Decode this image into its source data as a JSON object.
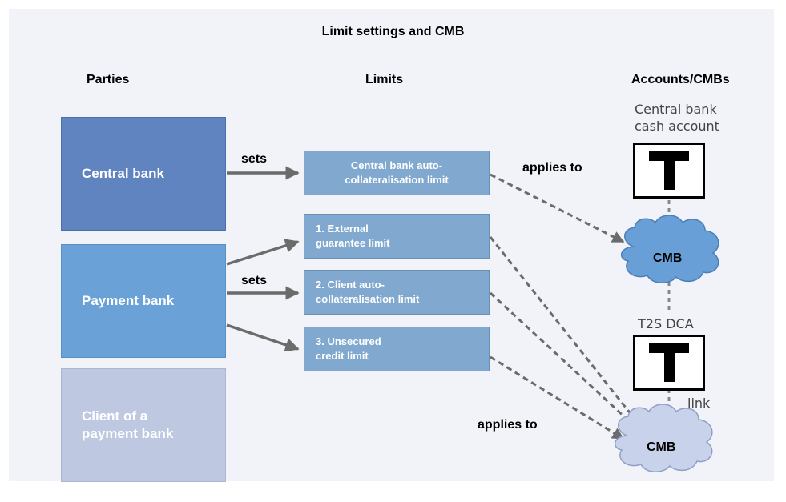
{
  "title": "Limit settings and CMB",
  "headers": {
    "parties": "Parties",
    "limits": "Limits",
    "accounts": "Accounts/CMBs"
  },
  "parties": {
    "central_bank": "Central bank",
    "payment_bank": "Payment bank",
    "client": "Client of a payment bank"
  },
  "limits": {
    "cb_auto": "Central bank auto-\ncollateralisation limit",
    "external_guarantee": "1. External\n    guarantee limit",
    "client_auto": "2. Client auto-\n    collateralisation limit",
    "unsecured_credit": "3. Unsecured\n    credit limit"
  },
  "connectors": {
    "sets_top": "sets",
    "sets_mid": "sets",
    "applies_top": "applies to",
    "applies_bottom": "applies to"
  },
  "accounts": {
    "cb_cash_account": "Central bank\ncash account",
    "t2s_dca": "T2S DCA",
    "link": "link",
    "cmb_top": "CMB",
    "cmb_bottom": "CMB",
    "t_glyph_icon": "t-account-icon"
  },
  "colors": {
    "background": "#f1f3f9",
    "central_bank": "#5f84c0",
    "payment_bank": "#6aa2d8",
    "client": "#bec9e1",
    "limit_box": "#81a8ce",
    "cmb_top": "#679fd6",
    "cmb_bottom": "#c8d2ea",
    "arrow": "#6b6b6b"
  }
}
